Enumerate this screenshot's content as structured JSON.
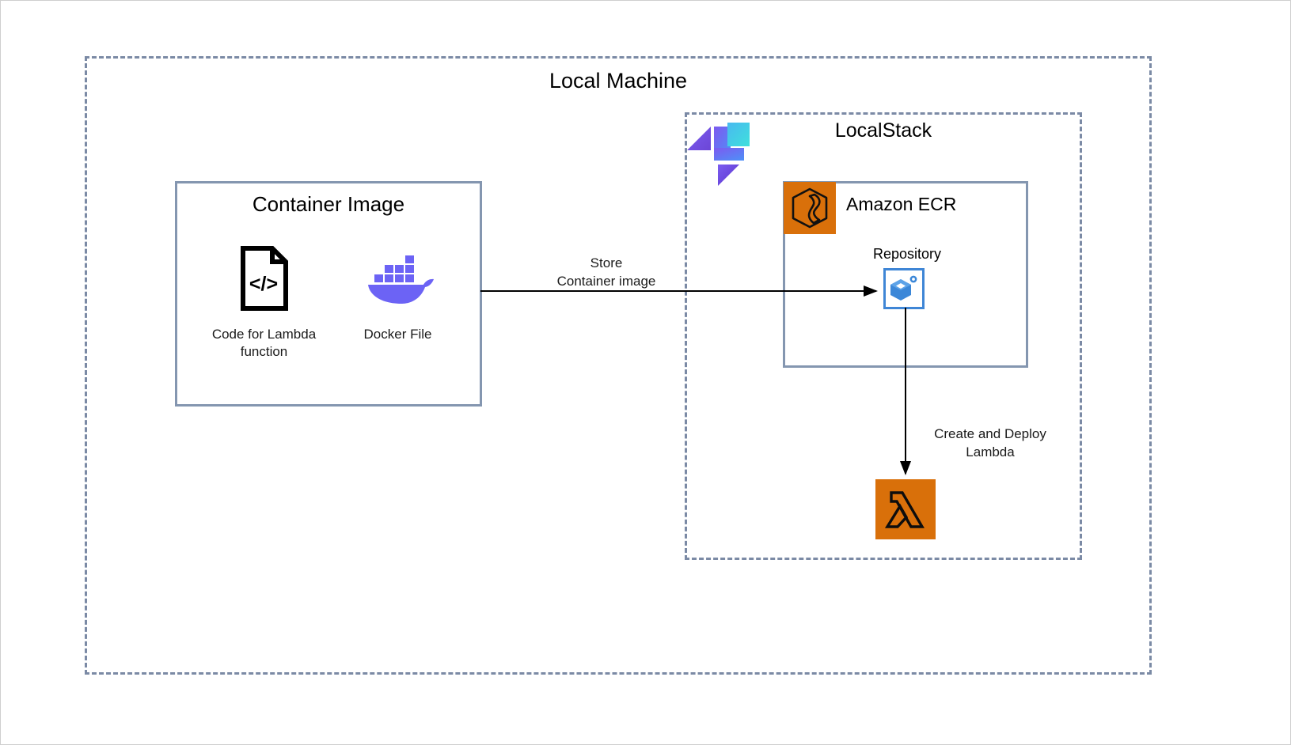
{
  "diagram": {
    "title": "Local Machine",
    "outer_container": {
      "label": "Local Machine",
      "style": "dashed",
      "border_color": "#7b8aa5"
    },
    "localstack": {
      "label": "LocalStack",
      "style": "dashed",
      "border_color": "#7b8aa5",
      "logo_colors": {
        "purple": "#6c46d6",
        "violet": "#7b5cf0",
        "blue": "#4f7ff5",
        "cyan": "#3fd6dc"
      }
    },
    "container_image": {
      "label": "Container Image",
      "border_color": "#8496b0",
      "items": [
        {
          "icon": "code-file-icon",
          "label": "Code for Lambda function"
        },
        {
          "icon": "docker-whale-icon",
          "label": "Docker File"
        }
      ]
    },
    "ecr": {
      "label": "Amazon ECR",
      "icon": "ecr-cube-icon",
      "icon_background": "#d9700a",
      "border_color": "#8496b0",
      "repository": {
        "label": "Repository",
        "icon": "repository-cube-icon",
        "border_color": "#3f86d6",
        "fill_color": "#3f86d6"
      }
    },
    "lambda": {
      "icon": "aws-lambda-icon",
      "background": "#d9700a",
      "glyph_color": "#000000"
    },
    "edges": [
      {
        "id": "store-container-image",
        "label_line1": "Store",
        "label_line2": "Container image",
        "from": "Container Image",
        "to": "Repository",
        "direction": "right"
      },
      {
        "id": "create-and-deploy-lambda",
        "label_line1": "Create and Deploy",
        "label_line2": "Lambda",
        "from": "Repository",
        "to": "Lambda",
        "direction": "down"
      }
    ]
  }
}
